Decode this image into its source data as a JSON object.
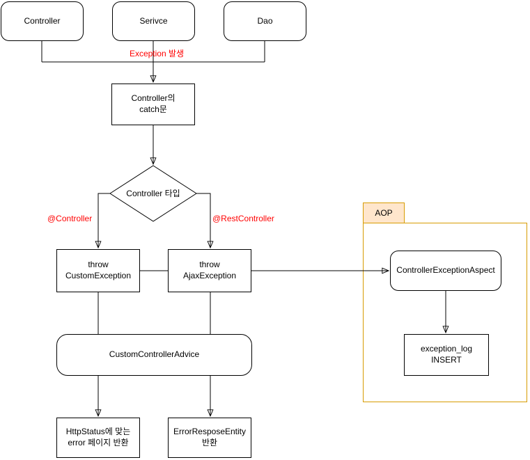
{
  "colors": {
    "line": "#000000",
    "label_red": "#FF0000",
    "aop_border": "#D79B00",
    "aop_tab_fill": "#FFE6CC"
  },
  "nodes": {
    "controller": {
      "label": "Controller"
    },
    "service": {
      "label": "Serivce"
    },
    "dao": {
      "label": "Dao"
    },
    "catch_block": {
      "label": "Controller의\ncatch문"
    },
    "decision": {
      "label": "Controller 타입"
    },
    "throw_custom": {
      "label": "throw\nCustomException"
    },
    "throw_ajax": {
      "label": "throw\nAjaxException"
    },
    "advice": {
      "label": "CustomControllerAdvice"
    },
    "aspect": {
      "label": "ControllerExceptionAspect"
    },
    "exception_log": {
      "label": "exception_log\nINSERT"
    },
    "http_status": {
      "label": "HttpStatus에 맞는\nerror 페이지 반환"
    },
    "error_response": {
      "label": "ErrorResposeEntity\n반환"
    }
  },
  "edge_labels": {
    "exception_occurred": "Exception 발생",
    "controller_annotation": "@Controller",
    "rest_controller_annotation": "@RestController"
  },
  "containers": {
    "aop": {
      "label": "AOP"
    }
  }
}
